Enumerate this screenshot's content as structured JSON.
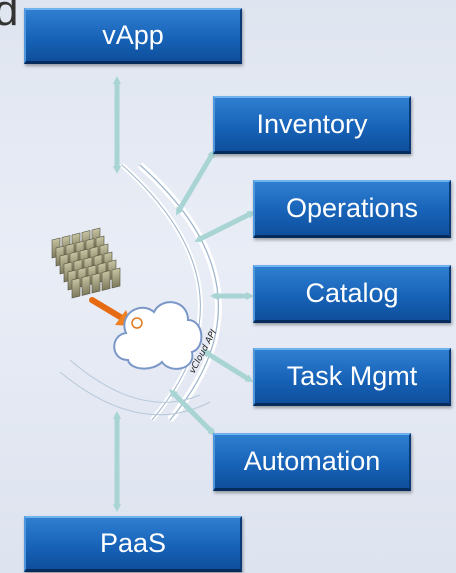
{
  "corner_char": "d",
  "boxes": {
    "vapp": "vApp",
    "inventory": "Inventory",
    "operations": "Operations",
    "catalog": "Catalog",
    "task_mgmt": "Task Mgmt",
    "automation": "Automation",
    "paas": "PaaS"
  },
  "api_label": "vCloud API",
  "colors": {
    "box_fill": "#1763b8",
    "arrow": "#a8d4d4",
    "background": "#e4e9f3"
  },
  "icons": {
    "datacenter": "server-rack-grid-icon",
    "cloud": "cloud-icon",
    "transfer_arrow": "orange-arrow-icon"
  }
}
